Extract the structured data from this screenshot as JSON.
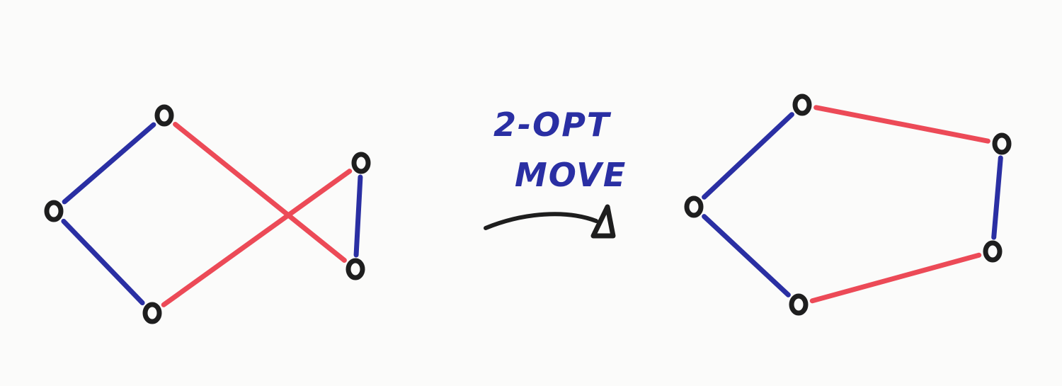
{
  "colors": {
    "background": "#fbfbfa",
    "kept_edge": "#2a2fa3",
    "swapped_edge": "#ec4a57",
    "node": "#1e1e1e",
    "arrow": "#1e1e1e",
    "caption": "#2a2fa3"
  },
  "caption": {
    "line1": "2-OPT",
    "line2": "MOVE"
  },
  "before_tour": {
    "nodes": [
      "a",
      "b",
      "c",
      "d",
      "e"
    ],
    "edges": [
      {
        "from": "a",
        "to": "b",
        "kind": "kept"
      },
      {
        "from": "b",
        "to": "c",
        "kind": "kept"
      },
      {
        "from": "d",
        "to": "e",
        "kind": "kept"
      },
      {
        "from": "a",
        "to": "e",
        "kind": "swapped"
      },
      {
        "from": "c",
        "to": "d",
        "kind": "swapped"
      }
    ]
  },
  "after_tour": {
    "nodes": [
      "a",
      "b",
      "c",
      "d",
      "e"
    ],
    "edges": [
      {
        "from": "a",
        "to": "b",
        "kind": "kept"
      },
      {
        "from": "b",
        "to": "c",
        "kind": "kept"
      },
      {
        "from": "d",
        "to": "e",
        "kind": "kept"
      },
      {
        "from": "a",
        "to": "d",
        "kind": "swapped"
      },
      {
        "from": "c",
        "to": "e",
        "kind": "swapped"
      }
    ]
  },
  "arrow": {
    "icon": "curved-arrow-icon"
  }
}
